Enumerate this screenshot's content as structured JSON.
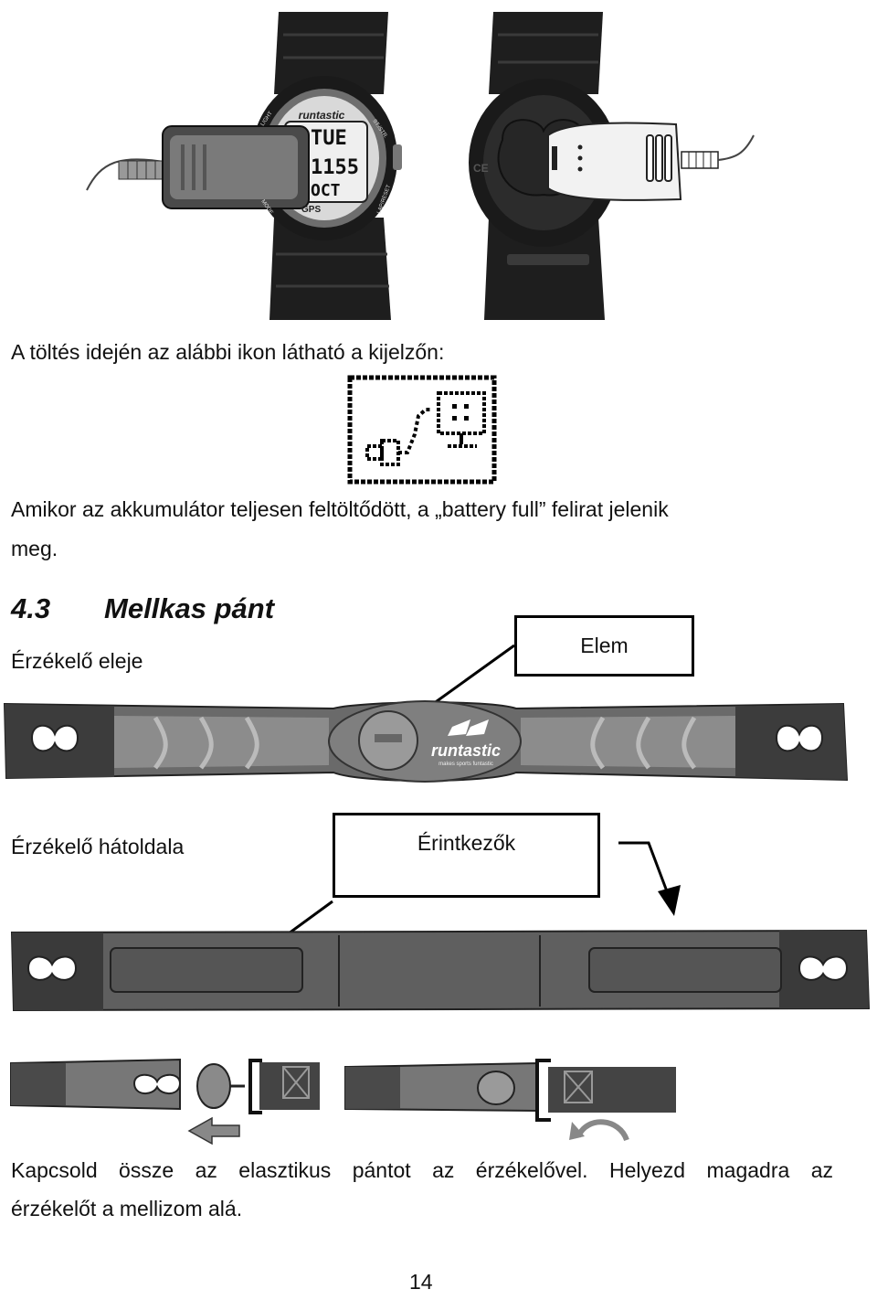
{
  "watch_figure": {
    "front_brand": "runtastic",
    "screen_lines": [
      "TUE",
      "1155",
      "OCT"
    ],
    "bezel_gps": "GPS",
    "side_labels": [
      "ST./STR.",
      "LIGHT",
      "MODE",
      "LAP/RESET"
    ]
  },
  "text_charging": "A töltés idején az alábbi ikon látható a kijelzőn:",
  "text_battery_full_line1": "Amikor az akkumulátor teljesen feltöltődött, a „battery full” felirat jelenik",
  "text_battery_full_line2": "meg.",
  "section": {
    "number": "4.3",
    "title": "Mellkas pánt"
  },
  "front": {
    "label": "Érzékelő eleje",
    "callout": "Elem",
    "brand": "runtastic",
    "tagline": "makes sports funtastic"
  },
  "back": {
    "label": "Érzékelő hátoldala",
    "callout": "Érintkezők"
  },
  "text_instruction_line1": "Kapcsold össze az elasztikus pántot az érzékelővel. Helyezd magadra az",
  "text_instruction_line2": "érzékelőt a mellizom alá.",
  "page_number": "14"
}
